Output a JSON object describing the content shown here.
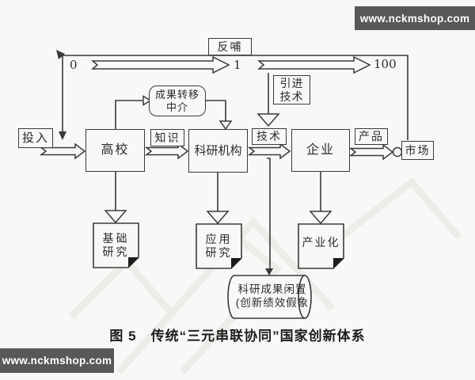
{
  "watermarks": {
    "top_right": "www.nckmshop.com",
    "bottom_left": "www.nckmshop.com"
  },
  "caption": "图 5　传统“三元串联协同”国家创新体系",
  "colors": {
    "background": "#f8f8f8",
    "line": "#3a3a3a",
    "watermark_bar_bg": "#58585a",
    "watermark_bar_text": "#ffffff"
  },
  "diagram": {
    "feedback_label": "反哺",
    "scale": {
      "zero": "0",
      "one": "1",
      "hundred": "100"
    },
    "nodes": {
      "input": "投入",
      "university": "高校",
      "knowledge": "知识",
      "research_institute": "科研机构",
      "technology": "技术",
      "enterprise": "企业",
      "product": "产品",
      "market": "市场",
      "transfer_agency_line1": "成果转移",
      "transfer_agency_line2": "中介",
      "imported_tech_line1": "引进",
      "imported_tech_line2": "技术",
      "basic_research_line1": "基础",
      "basic_research_line2": "研究",
      "applied_research_line1": "应用",
      "applied_research_line2": "研究",
      "industrialization": "产业化",
      "idle_results_line1": "科研成果闲置",
      "idle_results_line2": "(创新绩效假象"
    }
  }
}
